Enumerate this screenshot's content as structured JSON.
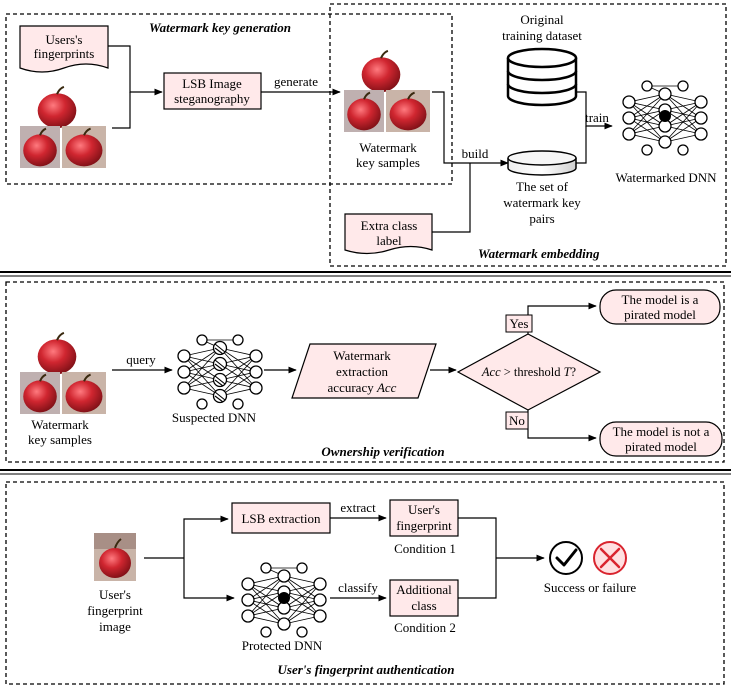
{
  "panels": {
    "top": {
      "keygen_title": "Watermark key generation",
      "embed_title": "Watermark embedding",
      "fingerprint_doc": [
        "Users's",
        "fingerprints"
      ],
      "lsb_box": [
        "LSB Image",
        "steganography"
      ],
      "generate": "generate",
      "wm_samples": [
        "Watermark",
        "key samples"
      ],
      "dataset": [
        "Original",
        "training dataset"
      ],
      "build": "build",
      "train": "train",
      "pairs": [
        "The set of",
        "watermark key",
        "pairs"
      ],
      "wm_dnn": "Watermarked DNN",
      "extra_label": [
        "Extra class",
        "label"
      ]
    },
    "middle": {
      "title": "Ownership verification",
      "samples": [
        "Watermark",
        "key samples"
      ],
      "query": "query",
      "suspected": "Suspected DNN",
      "accuracy": [
        "Watermark",
        "extraction",
        "accuracy"
      ],
      "acc_var": "Acc",
      "decision": [
        "Acc",
        " > threshold ",
        "T",
        "?"
      ],
      "yes": "Yes",
      "no": "No",
      "pirated": [
        "The model is a",
        "pirated model"
      ],
      "not_pirated": [
        "The model is not a",
        "pirated model"
      ]
    },
    "bottom": {
      "title": "User's fingerprint authentication",
      "image_label": [
        "User's",
        "fingerprint",
        "image"
      ],
      "lsb_extract": "LSB extraction",
      "extract": "extract",
      "user_fp": [
        "User's",
        "fingerprint"
      ],
      "cond1": "Condition 1",
      "protected": "Protected DNN",
      "classify": "classify",
      "additional": [
        "Additional",
        "class"
      ],
      "cond2": "Condition 2",
      "result": "Success or failure"
    }
  },
  "colors": {
    "apple_red": "#c8202a",
    "apple_dark": "#7a0f15",
    "box_fill": "#ffe9ea",
    "fail_red": "#d9242e",
    "success_check": "#000000"
  },
  "icons": [
    "document-icon",
    "database-icon",
    "neural-network-icon",
    "check-circle-icon",
    "cross-circle-icon",
    "apple-image-icon"
  ]
}
